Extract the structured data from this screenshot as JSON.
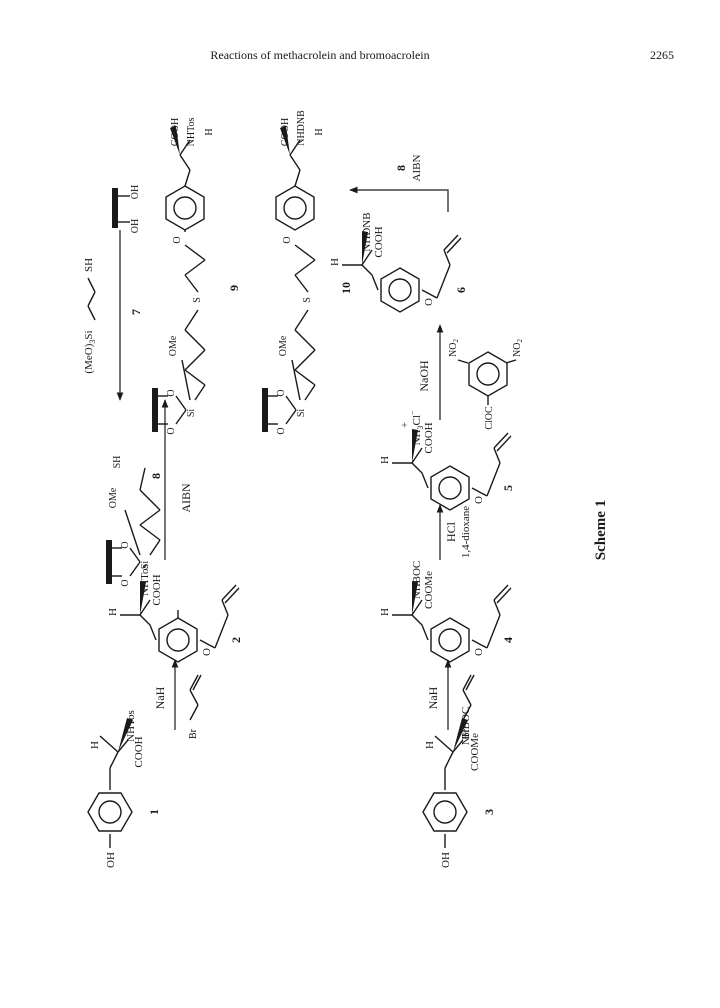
{
  "header": {
    "running_title": "Reactions of methacrolein and bromoacrolein",
    "page_number": "2265"
  },
  "scheme": {
    "caption": "Scheme 1",
    "compounds": {
      "c1": {
        "number": "1",
        "H": "H",
        "N": "NHTos",
        "acid": "COOH",
        "end": "OH"
      },
      "c2": {
        "number": "2",
        "H": "H",
        "N": "NHTos",
        "acid": "COOH",
        "link": "O"
      },
      "c3": {
        "number": "3",
        "H": "H",
        "N": "NHBOC",
        "acid": "COOMe",
        "end": "OH"
      },
      "c4": {
        "number": "4",
        "H": "H",
        "N": "NHBOC",
        "acid": "COOMe",
        "link": "O"
      },
      "c5": {
        "number": "5",
        "H": "H",
        "N": "NH",
        "N_sub": "3",
        "N_sup": "+",
        "counter_ion": "Cl",
        "counter_sup": "−",
        "acid": "COOH",
        "link": "O"
      },
      "c6": {
        "number": "6",
        "H": "H",
        "N": "NHDNB",
        "acid": "COOH",
        "link": "O"
      },
      "c8": {
        "number": "8",
        "O1": "O",
        "O2": "O",
        "Si": "Si",
        "OMe": "OMe",
        "SH": "SH"
      },
      "c9": {
        "number": "9",
        "O1": "O",
        "O2": "O",
        "Si": "Si",
        "OMe": "OMe",
        "S": "S",
        "O": "O",
        "acid": "COOH",
        "N": "NHTos",
        "H": "H"
      },
      "c10": {
        "number": "10",
        "O1": "O",
        "O2": "O",
        "Si": "Si",
        "OMe": "OMe",
        "S": "S",
        "O": "O",
        "acid": "COOH",
        "N": "NHDNB",
        "H": "H"
      }
    },
    "reagents": {
      "r1_top": "NaH",
      "r1_bottom": "Br",
      "r2_top": "NaH",
      "r2_bottom": "Br",
      "r3_top": "HCl",
      "r3_bottom": "1,4-dioxane",
      "r4_top": "NaOH",
      "r4_acyl": "ClOC",
      "r4_no2_a": "NO",
      "r4_no2_b": "NO",
      "r4_sub": "2",
      "r5_top": "8",
      "r5_bottom": "AIBN",
      "r6_bottom": "AIBN",
      "r7_silane": "(MeO)",
      "r7_silane_sub": "3",
      "r7_si": "Si",
      "r7_sh": "SH",
      "r7_number": "7",
      "r7_oh1": "OH",
      "r7_oh2": "OH"
    }
  }
}
